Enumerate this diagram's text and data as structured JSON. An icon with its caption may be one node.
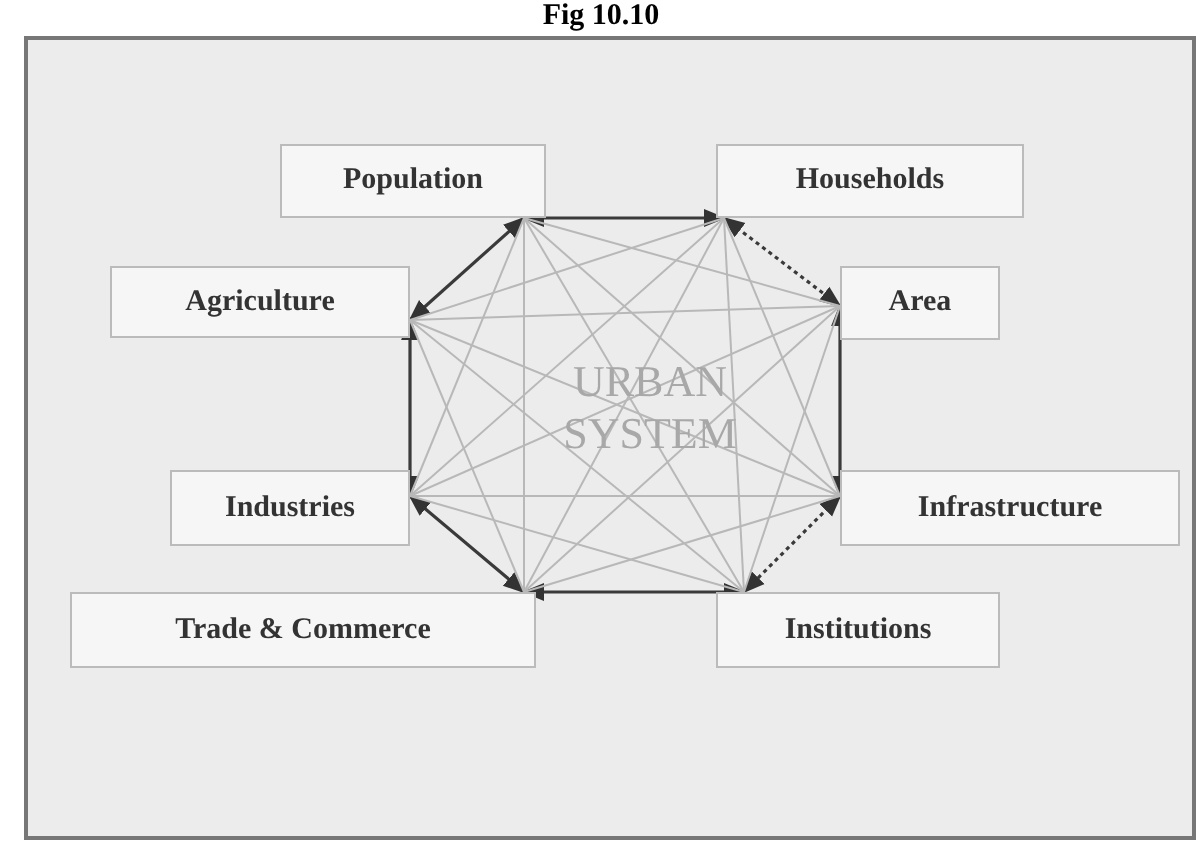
{
  "diagram": {
    "title": "Fig 10.10",
    "nodes": [
      {
        "text": [
          "Population"
        ]
      },
      {
        "text": [
          "Households"
        ]
      },
      {
        "text": [
          "Agriculture"
        ]
      },
      {
        "text": [
          "Area"
        ]
      },
      {
        "text": [
          "Industries"
        ]
      },
      {
        "text": [
          "Infrastructure"
        ]
      },
      {
        "text": [
          "Trade & Commerce"
        ]
      },
      {
        "text": [
          "Institutions"
        ]
      }
    ],
    "edges": [
      {
        "from": 0,
        "to": 1,
        "arrow": "both",
        "color": "#3a3a3a"
      },
      {
        "from": 1,
        "to": 3,
        "arrow": "both",
        "style": "dashed",
        "color": "#3a3a3a"
      },
      {
        "from": 3,
        "to": 5,
        "arrow": "both",
        "color": "#3a3a3a"
      },
      {
        "from": 5,
        "to": 7,
        "arrow": "both",
        "style": "dashed",
        "color": "#3a3a3a"
      },
      {
        "from": 7,
        "to": 6,
        "arrow": "both",
        "color": "#3a3a3a"
      },
      {
        "from": 6,
        "to": 4,
        "arrow": "both",
        "color": "#3a3a3a"
      },
      {
        "from": 4,
        "to": 2,
        "arrow": "both",
        "color": "#3a3a3a"
      },
      {
        "from": 2,
        "to": 0,
        "arrow": "both",
        "color": "#3a3a3a"
      },
      {
        "from": 0,
        "to": 3,
        "arrow": "none"
      },
      {
        "from": 0,
        "to": 4,
        "arrow": "none"
      },
      {
        "from": 0,
        "to": 5,
        "arrow": "none"
      },
      {
        "from": 0,
        "to": 6,
        "arrow": "none"
      },
      {
        "from": 0,
        "to": 7,
        "arrow": "none"
      },
      {
        "from": 1,
        "to": 2,
        "arrow": "none"
      },
      {
        "from": 1,
        "to": 4,
        "arrow": "none"
      },
      {
        "from": 1,
        "to": 5,
        "arrow": "none"
      },
      {
        "from": 1,
        "to": 6,
        "arrow": "none"
      },
      {
        "from": 1,
        "to": 7,
        "arrow": "none"
      },
      {
        "from": 2,
        "to": 3,
        "arrow": "none"
      },
      {
        "from": 2,
        "to": 5,
        "arrow": "none"
      },
      {
        "from": 2,
        "to": 6,
        "arrow": "none"
      },
      {
        "from": 2,
        "to": 7,
        "arrow": "none"
      },
      {
        "from": 3,
        "to": 4,
        "arrow": "none"
      },
      {
        "from": 3,
        "to": 6,
        "arrow": "none"
      },
      {
        "from": 3,
        "to": 7,
        "arrow": "none"
      },
      {
        "from": 4,
        "to": 5,
        "arrow": "none"
      },
      {
        "from": 4,
        "to": 7,
        "arrow": "none"
      },
      {
        "from": 5,
        "to": 6,
        "arrow": "none"
      }
    ],
    "labels": [
      "URBAN SYSTEM"
    ]
  }
}
